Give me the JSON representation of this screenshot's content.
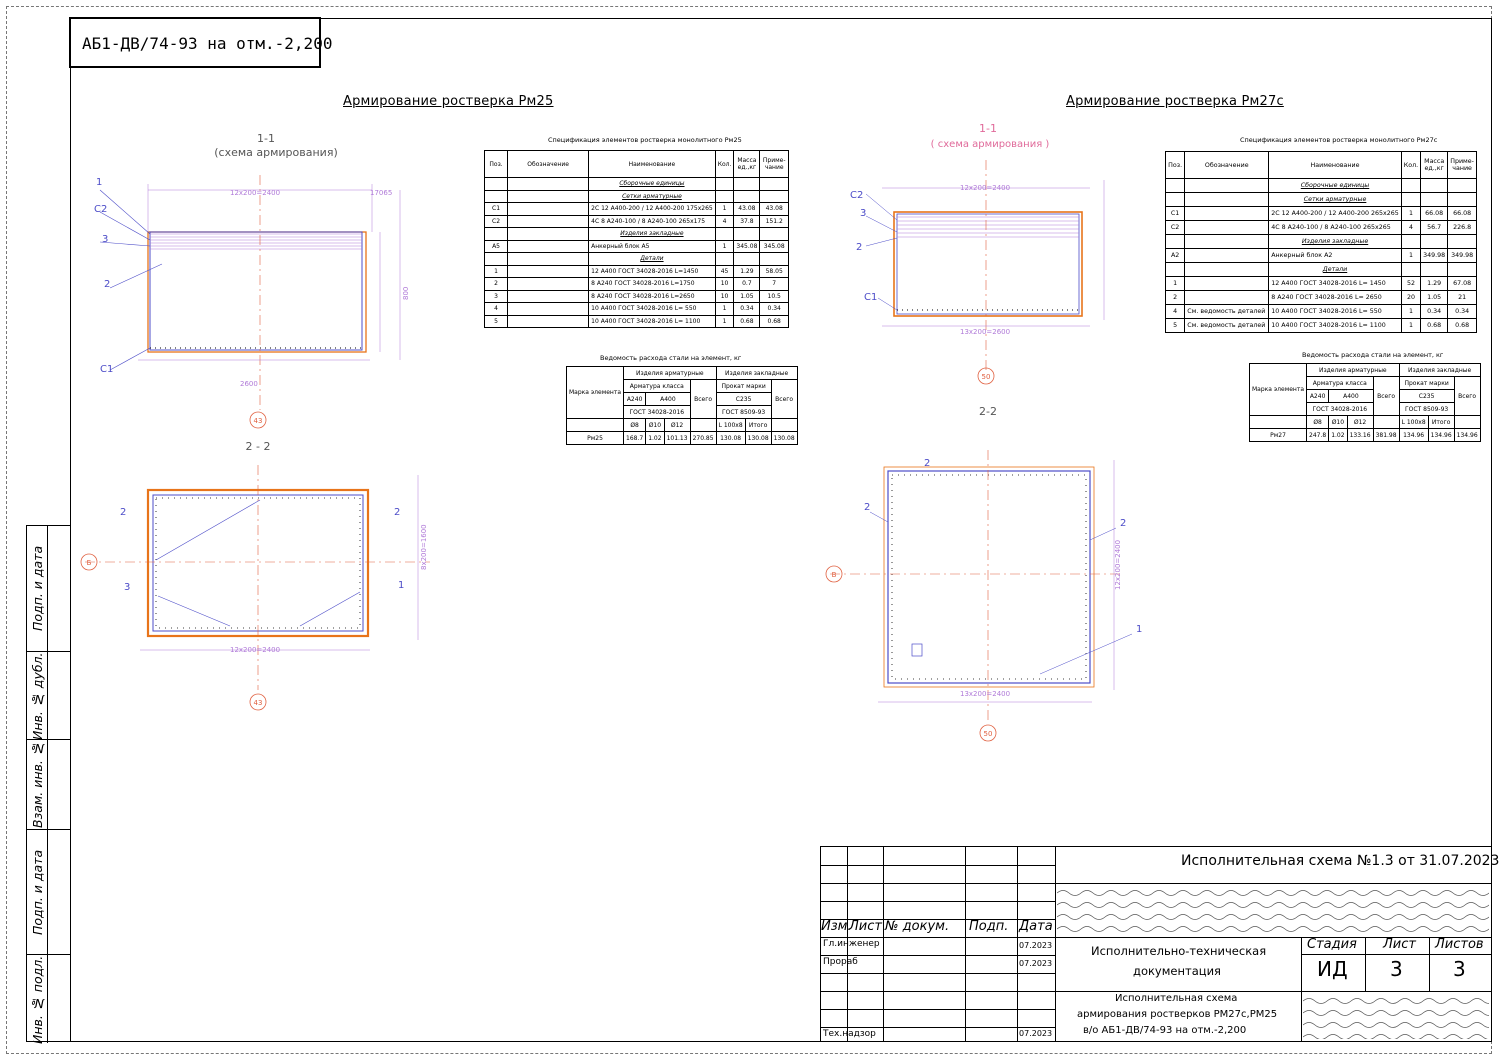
{
  "stamp": {
    "text": "АБ1-ДВ/74-93 на отм.-2,200"
  },
  "left": {
    "heading": "Армирование ростверка Рм25",
    "section_title": "1-1",
    "section_sub": "(схема армирования)",
    "section2": "2 - 2",
    "axis1": "43",
    "axis2": "Б",
    "axis3": "43",
    "spec_title": "Спецификация элементов ростверка монолитного Рм25",
    "spec_head": [
      "Поз.",
      "Обозначение",
      "Наименование",
      "Кол.",
      "Масса ед.,кг",
      "Приме-чание"
    ],
    "spec_rows": [
      {
        "type": "sub",
        "name": "Сборочные единицы"
      },
      {
        "type": "sub",
        "name": "Сетки арматурные"
      },
      {
        "type": "row",
        "pos": "С1",
        "name": "2С 12 А400-200 / 12 А400-200  175х265",
        "qty": "1",
        "mass": "43.08",
        "note": "43.08"
      },
      {
        "type": "row",
        "pos": "С2",
        "name": "4С 8 А240-100 / 8 А240-100  265х175",
        "qty": "4",
        "mass": "37.8",
        "note": "151.2"
      },
      {
        "type": "sub",
        "name": "Изделия закладные"
      },
      {
        "type": "row",
        "pos": "А5",
        "name": "Анкерный блок  А5",
        "qty": "1",
        "mass": "345.08",
        "note": "345.08"
      },
      {
        "type": "sub",
        "name": "Детали"
      },
      {
        "type": "row",
        "pos": "1",
        "name": "12 А400 ГОСТ 34028-2016 L=1450",
        "qty": "45",
        "mass": "1.29",
        "note": "58.05"
      },
      {
        "type": "row",
        "pos": "2",
        "name": "8 А240 ГОСТ 34028-2016 L=1750",
        "qty": "10",
        "mass": "0.7",
        "note": "7"
      },
      {
        "type": "row",
        "pos": "3",
        "name": "8 А240 ГОСТ 34028-2016 L=2650",
        "qty": "10",
        "mass": "1.05",
        "note": "10.5"
      },
      {
        "type": "row",
        "pos": "4",
        "name": "10 А400 ГОСТ 34028-2016 L= 550",
        "qty": "1",
        "mass": "0.34",
        "note": "0.34"
      },
      {
        "type": "row",
        "pos": "5",
        "name": "10 А400 ГОСТ 34028-2016 L= 1100",
        "qty": "1",
        "mass": "0.68",
        "note": "0.68"
      }
    ],
    "steel_title": "Ведомость расхода стали на элемент, кг",
    "steel": {
      "h_mark": "Марка элемента",
      "h_arm": "Изделия арматурные",
      "h_zakl": "Изделия закладные",
      "h_class": "Арматура класса",
      "h_a240": "А240",
      "h_a400": "А400",
      "h_gost": "ГОСТ 34028-2016",
      "h_d8": "Ø8",
      "h_d10": "Ø10",
      "h_d12": "Ø12",
      "h_total": "Всего",
      "h_prokat": "Прокат марки",
      "h_c235": "С235",
      "h_gost2": "ГОСТ 8509-93",
      "h_l": "L 100х8",
      "h_itogo": "Итого",
      "h_total2": "Всего",
      "row": [
        "Рм25",
        "168.7",
        "1.02",
        "101.13",
        "270.85",
        "130.08",
        "130.08",
        "130.08"
      ]
    }
  },
  "right": {
    "heading": "Армирование ростверка Рм27с",
    "section_title": "1-1",
    "section_sub": "( схема армирования )",
    "section2": "2-2",
    "axis1": "50",
    "axis2": "В",
    "axis3": "50",
    "spec_title": "Спецификация элементов ростверка монолитного Рм27с",
    "spec_head": [
      "Поз.",
      "Обозначение",
      "Наименование",
      "Кол.",
      "Масса ед.,кг",
      "Приме-чание"
    ],
    "spec_rows": [
      {
        "type": "sub",
        "name": "Сборочные единицы"
      },
      {
        "type": "sub",
        "name": "Сетки арматурные"
      },
      {
        "type": "row",
        "pos": "С1",
        "obozn": "",
        "name": "2С 12 А400-200 / 12 А400-200  265х265",
        "qty": "1",
        "mass": "66.08",
        "note": "66.08"
      },
      {
        "type": "row",
        "pos": "С2",
        "obozn": "",
        "name": "4С 8 А240-100 / 8 А240-100  265х265",
        "qty": "4",
        "mass": "56.7",
        "note": "226.8"
      },
      {
        "type": "sub",
        "name": "Изделия закладные"
      },
      {
        "type": "row",
        "pos": "А2",
        "obozn": "",
        "name": "Анкерный блок  А2",
        "qty": "1",
        "mass": "349.98",
        "note": "349.98"
      },
      {
        "type": "sub",
        "name": "Детали"
      },
      {
        "type": "row",
        "pos": "1",
        "obozn": "",
        "name": "12 А400 ГОСТ 34028-2016 L= 1450",
        "qty": "52",
        "mass": "1.29",
        "note": "67.08"
      },
      {
        "type": "row",
        "pos": "2",
        "obozn": "",
        "name": "8 А240 ГОСТ 34028-2016 L= 2650",
        "qty": "20",
        "mass": "1.05",
        "note": "21"
      },
      {
        "type": "row",
        "pos": "4",
        "obozn": "См. ведомость деталей",
        "name": "10 А400 ГОСТ 34028-2016 L= 550",
        "qty": "1",
        "mass": "0.34",
        "note": "0.34"
      },
      {
        "type": "row",
        "pos": "5",
        "obozn": "См. ведомость деталей",
        "name": "10 А400 ГОСТ 34028-2016 L= 1100",
        "qty": "1",
        "mass": "0.68",
        "note": "0.68"
      }
    ],
    "steel_title": "Ведомость расхода стали на элемент, кг",
    "steel": {
      "h_mark": "Марка элемента",
      "h_arm": "Изделия арматурные",
      "h_zakl": "Изделия закладные",
      "h_class": "Арматура класса",
      "h_a240": "А240",
      "h_a400": "А400",
      "h_gost": "ГОСТ 34028-2016",
      "h_d8": "Ø8",
      "h_d10": "Ø10",
      "h_d12": "Ø12",
      "h_total": "Всего",
      "h_prokat": "Прокат марки",
      "h_c235": "С235",
      "h_gost2": "ГОСТ 8509-93",
      "h_l": "L 100х8",
      "h_itogo": "Итого",
      "h_total2": "Всего",
      "row": [
        "Рм27",
        "247.8",
        "1.02",
        "133.16",
        "381.98",
        "134.96",
        "134.96",
        "134.96"
      ]
    }
  },
  "sidebar": {
    "labels": [
      "Подп. и дата",
      "Инв. № дубл.",
      "Взам. инв. №",
      "Подп. и дата",
      "Инв. № подл."
    ]
  },
  "titleblock": {
    "main_title": "Исполнительная схема №1.3 от 31.07.2023",
    "head": [
      "Изм.",
      "Лист",
      "№ докум.",
      "Подп.",
      "Дата"
    ],
    "people": [
      {
        "role": "Гл.инженер",
        "date": "07.2023"
      },
      {
        "role": "Прораб",
        "date": "07.2023"
      },
      {
        "role": "",
        "date": ""
      },
      {
        "role": "",
        "date": ""
      },
      {
        "role": "Тех.надзор",
        "date": "07.2023"
      }
    ],
    "doc_line1": "Исполнительно-техническая",
    "doc_line2": "документация",
    "stage_h": "Стадия",
    "sheet_h": "Лист",
    "sheets_h": "Листов",
    "stage": "ИД",
    "sheet": "3",
    "sheets": "3",
    "desc1": "Исполнительная схема",
    "desc2": "армирования ростверков РМ27с,РМ25",
    "desc3": "в/о АБ1-ДВ/74-93 на отм.-2,200"
  },
  "colors": {
    "orange": "#e8741a",
    "blue": "#4c4cc8",
    "violet": "#b07ad8",
    "pink": "#e06a9a",
    "axis": "#e06040"
  }
}
